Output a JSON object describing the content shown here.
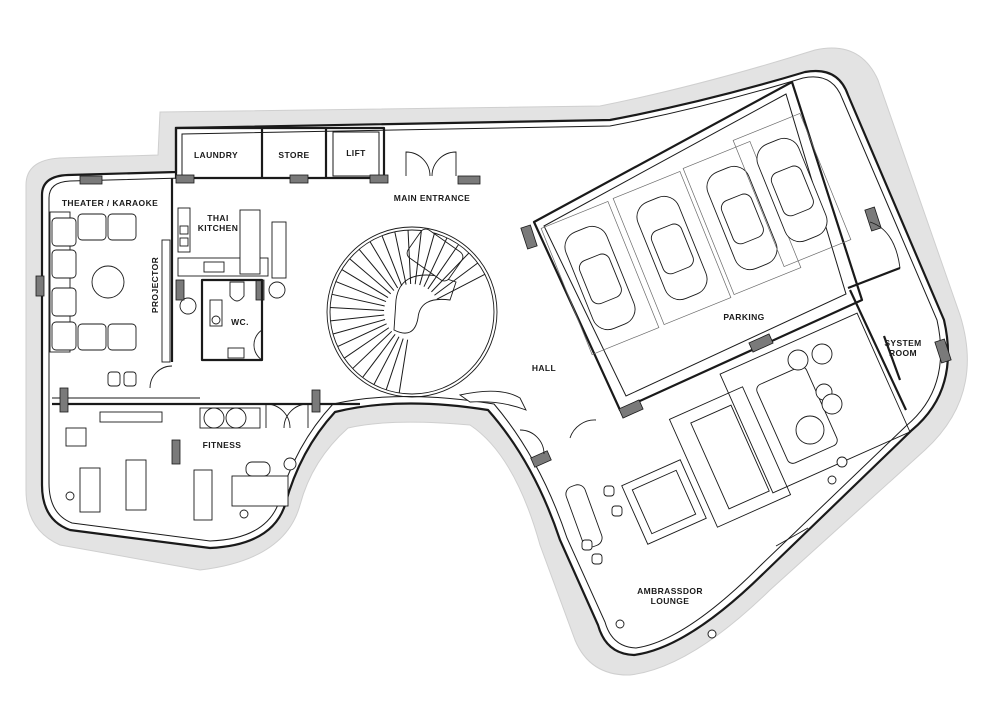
{
  "plan": {
    "colors": {
      "outer_shell": "#e3e3e3",
      "wall": "#1a1a1a",
      "column": "#7a7a7a",
      "background": "#ffffff"
    },
    "rooms": {
      "laundry": "LAUNDRY",
      "store": "STORE",
      "lift": "LIFT",
      "main_entrance": "MAIN ENTRANCE",
      "theater": "THEATER / KARAOKE",
      "thai_kitchen_1": "THAI",
      "thai_kitchen_2": "KITCHEN",
      "projector": "PROJECTOR",
      "wc": "WC.",
      "parking": "PARKING",
      "system_room_1": "SYSTEM",
      "system_room_2": "ROOM",
      "hall": "HALL",
      "fitness": "FITNESS",
      "lounge_1": "AMBRASSDOR",
      "lounge_2": "LOUNGE"
    }
  }
}
